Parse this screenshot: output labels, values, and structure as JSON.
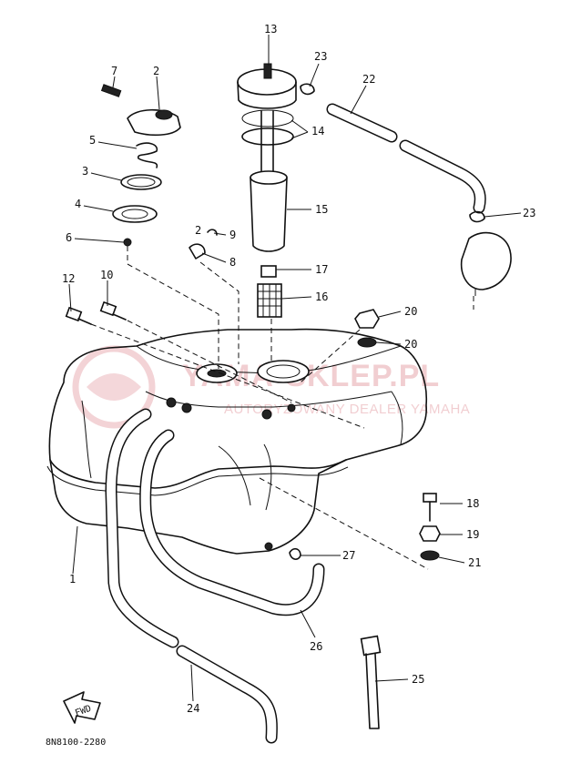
{
  "watermark": {
    "main": "YAMA-SKLEP.PL",
    "sub": "AUTORYZOWANY DEALER YAMAHA"
  },
  "diagram_code": "8N8100-2280",
  "fwd_label": "FWD",
  "callouts": [
    {
      "id": "1",
      "label": "1"
    },
    {
      "id": "2",
      "label": "2"
    },
    {
      "id": "3",
      "label": "3"
    },
    {
      "id": "4",
      "label": "4"
    },
    {
      "id": "5",
      "label": "5"
    },
    {
      "id": "6",
      "label": "6"
    },
    {
      "id": "7",
      "label": "7"
    },
    {
      "id": "8",
      "label": "8"
    },
    {
      "id": "9",
      "label": "9"
    },
    {
      "id": "9b",
      "label": "2"
    },
    {
      "id": "10",
      "label": "10"
    },
    {
      "id": "12",
      "label": "12"
    },
    {
      "id": "13",
      "label": "13"
    },
    {
      "id": "14",
      "label": "14"
    },
    {
      "id": "15",
      "label": "15"
    },
    {
      "id": "16",
      "label": "16"
    },
    {
      "id": "17",
      "label": "17"
    },
    {
      "id": "18",
      "label": "18"
    },
    {
      "id": "19",
      "label": "19"
    },
    {
      "id": "20a",
      "label": "20"
    },
    {
      "id": "20b",
      "label": "20"
    },
    {
      "id": "21",
      "label": "21"
    },
    {
      "id": "22",
      "label": "22"
    },
    {
      "id": "23a",
      "label": "23"
    },
    {
      "id": "23b",
      "label": "23"
    },
    {
      "id": "24",
      "label": "24"
    },
    {
      "id": "25",
      "label": "25"
    },
    {
      "id": "26",
      "label": "26"
    },
    {
      "id": "27",
      "label": "27"
    }
  ]
}
